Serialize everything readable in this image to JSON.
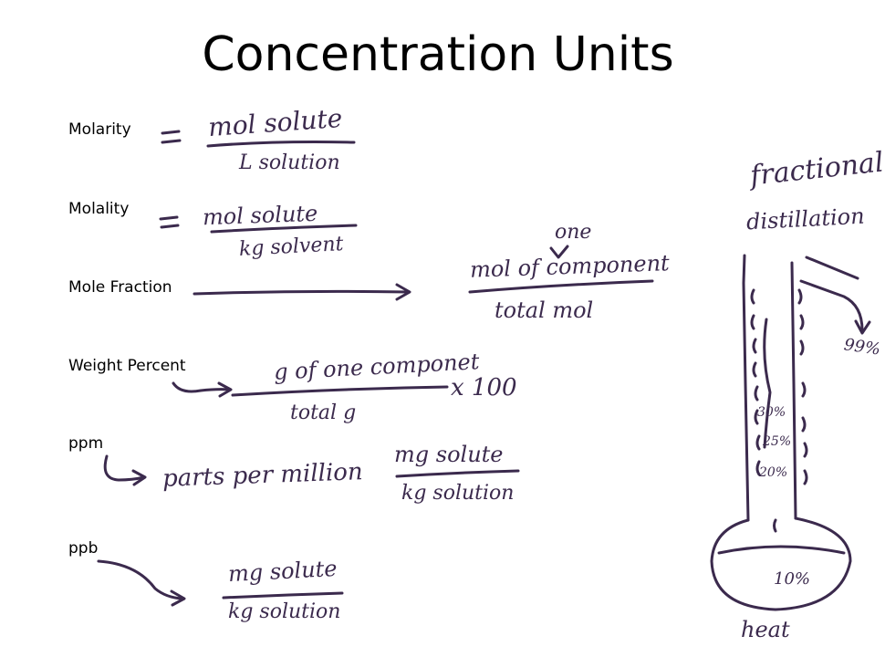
{
  "slide": {
    "title": "Concentration Units",
    "labels": [
      "Molarity",
      "Molality",
      "Mole Fraction",
      "Weight Percent",
      "ppm",
      "ppb"
    ]
  },
  "handwriting": {
    "molarity_num": "mol solute",
    "molarity_den": "L solution",
    "molality_num": "mol solute",
    "molality_den": "kg solvent",
    "molefrac_caret": "one",
    "molefrac_num": "mol of component",
    "molefrac_den": "total mol",
    "weight_num": "g of one componet",
    "weight_den": "total g",
    "weight_times": "x 100",
    "ppm_text": "parts per million",
    "ppm_num": "mg solute",
    "ppm_den": "kg solution",
    "ppb_num": "mg solute",
    "ppb_den": "kg solution",
    "distill_1": "fractional",
    "distill_2": "distillation",
    "pct_99": "99%",
    "pct_30": "30%",
    "pct_25": "25%",
    "pct_20": "20%",
    "pct_10": "10%",
    "heat": "heat",
    "equals": "="
  },
  "ink_color": "#3b2a4d"
}
